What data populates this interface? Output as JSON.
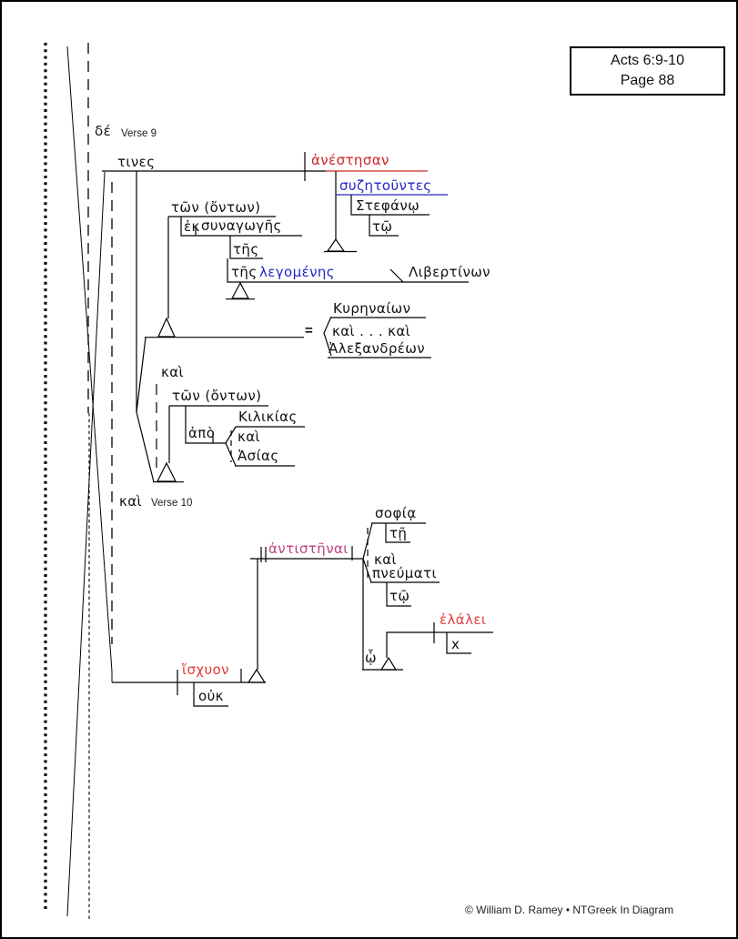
{
  "header": {
    "reference": "Acts 6:9-10",
    "page": "Page 88"
  },
  "footer": {
    "credit": "© William D. Ramey • NTGreek In Diagram"
  },
  "labels": {
    "verse9_conj": "δέ",
    "verse9": "Verse 9",
    "verse10_conj": "καὶ",
    "verse10": "Verse 10"
  },
  "colors": {
    "finite_verb_red": "#cf2323",
    "verb_red_light": "#e13b3b",
    "participle_blue": "#2525c8",
    "infinitive_magenta": "#bf4387",
    "text_black": "#111111"
  },
  "diagram": {
    "verse9": {
      "subject": "τινες",
      "verb": "ἀνέστησαν",
      "participle": "συζητοῦντες",
      "ind_object": "Στεφάνῳ",
      "ind_object_article": "τῷ",
      "attrib1_head": "τῶν (ὄντων)",
      "prep1": "ἐκ",
      "prep1_object": "συναγωγῆς",
      "article1": "τῆς",
      "attrib_article2": "τῆς",
      "attrib_participle": "λεγομένης",
      "attrib_complement": "Λιβερτίνων",
      "equals_sign": "=",
      "appositive1": "Κυρηναίων",
      "appositive_conj": "καὶ . . . καὶ",
      "appositive2": "Ἀλεξανδρέων",
      "coord_conj": "καὶ",
      "attrib2_head": "τῶν (ὄντων)",
      "prep2": "ἀπὸ",
      "prep2_object1": "Κιλικίας",
      "prep2_conj": "καὶ",
      "prep2_object2": "Ἀσίας"
    },
    "verse10": {
      "verb": "ἴσχυον",
      "negative": "οὐκ",
      "infinitive": "ἀντιστῆναι",
      "object1": "σοφίᾳ",
      "object1_article": "τῇ",
      "object_conj": "καὶ",
      "object2": "πνεύματι",
      "object2_article": "τῷ",
      "relative_pronoun": "ᾧ",
      "relative_verb": "ἐλάλει",
      "understood_subject": "x"
    }
  }
}
